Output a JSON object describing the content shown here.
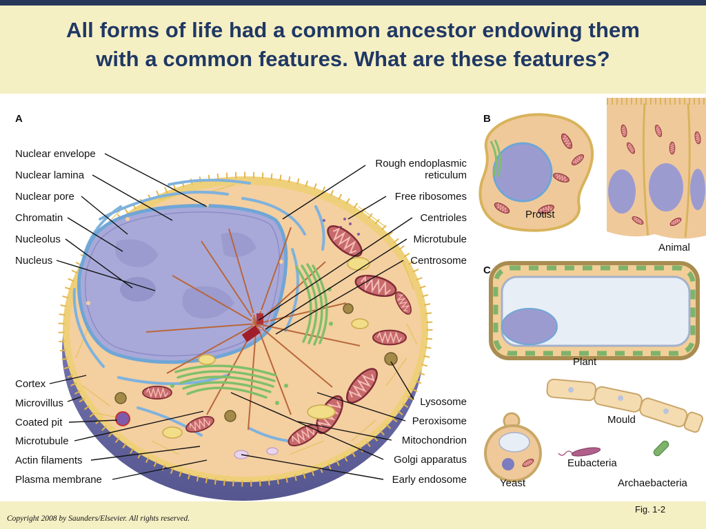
{
  "slide": {
    "title_lines": [
      "All forms of life had a common ancestor endowing them",
      "with a common features. What are these features?"
    ],
    "figure_number": "Fig. 1-2",
    "copyright": "Copyright 2008 by Saunders/Elsevier. All rights reserved."
  },
  "panel_letters": {
    "a": "A",
    "b": "B",
    "c": "C"
  },
  "panel_a": {
    "left_upper": [
      "Nuclear envelope",
      "Nuclear lamina",
      "Nuclear pore",
      "Chromatin",
      "Nucleolus",
      "Nucleus"
    ],
    "left_lower": [
      "Cortex",
      "Microvillus",
      "Coated pit",
      "Microtubule",
      "Actin filaments",
      "Plasma membrane"
    ],
    "right_upper": {
      "rough_er": [
        "Rough endoplasmic",
        "reticulum"
      ],
      "items": [
        "Free ribosomes",
        "Centrioles",
        "Microtubule",
        "Centrosome"
      ]
    },
    "right_lower": [
      "Lysosome",
      "Peroxisome",
      "Mitochondrion",
      "Golgi apparatus",
      "Early endosome"
    ]
  },
  "panel_b": {
    "protist": "Protist",
    "animal": "Animal"
  },
  "panel_c": {
    "plant": "Plant",
    "mould": "Mould",
    "yeast": "Yeast",
    "eubacteria": "Eubacteria",
    "archaebacteria": "Archaebacteria"
  },
  "colors": {
    "top_stripe": "#27375a",
    "header_band": "#f5efc4",
    "title_text": "#1f3864",
    "footer_band": "#f5efc4",
    "cytoplasm": "#f4cfa0",
    "cortex": "#efd07a",
    "nucleus": "#a9a9d9",
    "envelope": "#6fa6d6",
    "er": "#7fb2dd",
    "golgi": "#7fbf6a",
    "microtubule": "#b8663a"
  }
}
